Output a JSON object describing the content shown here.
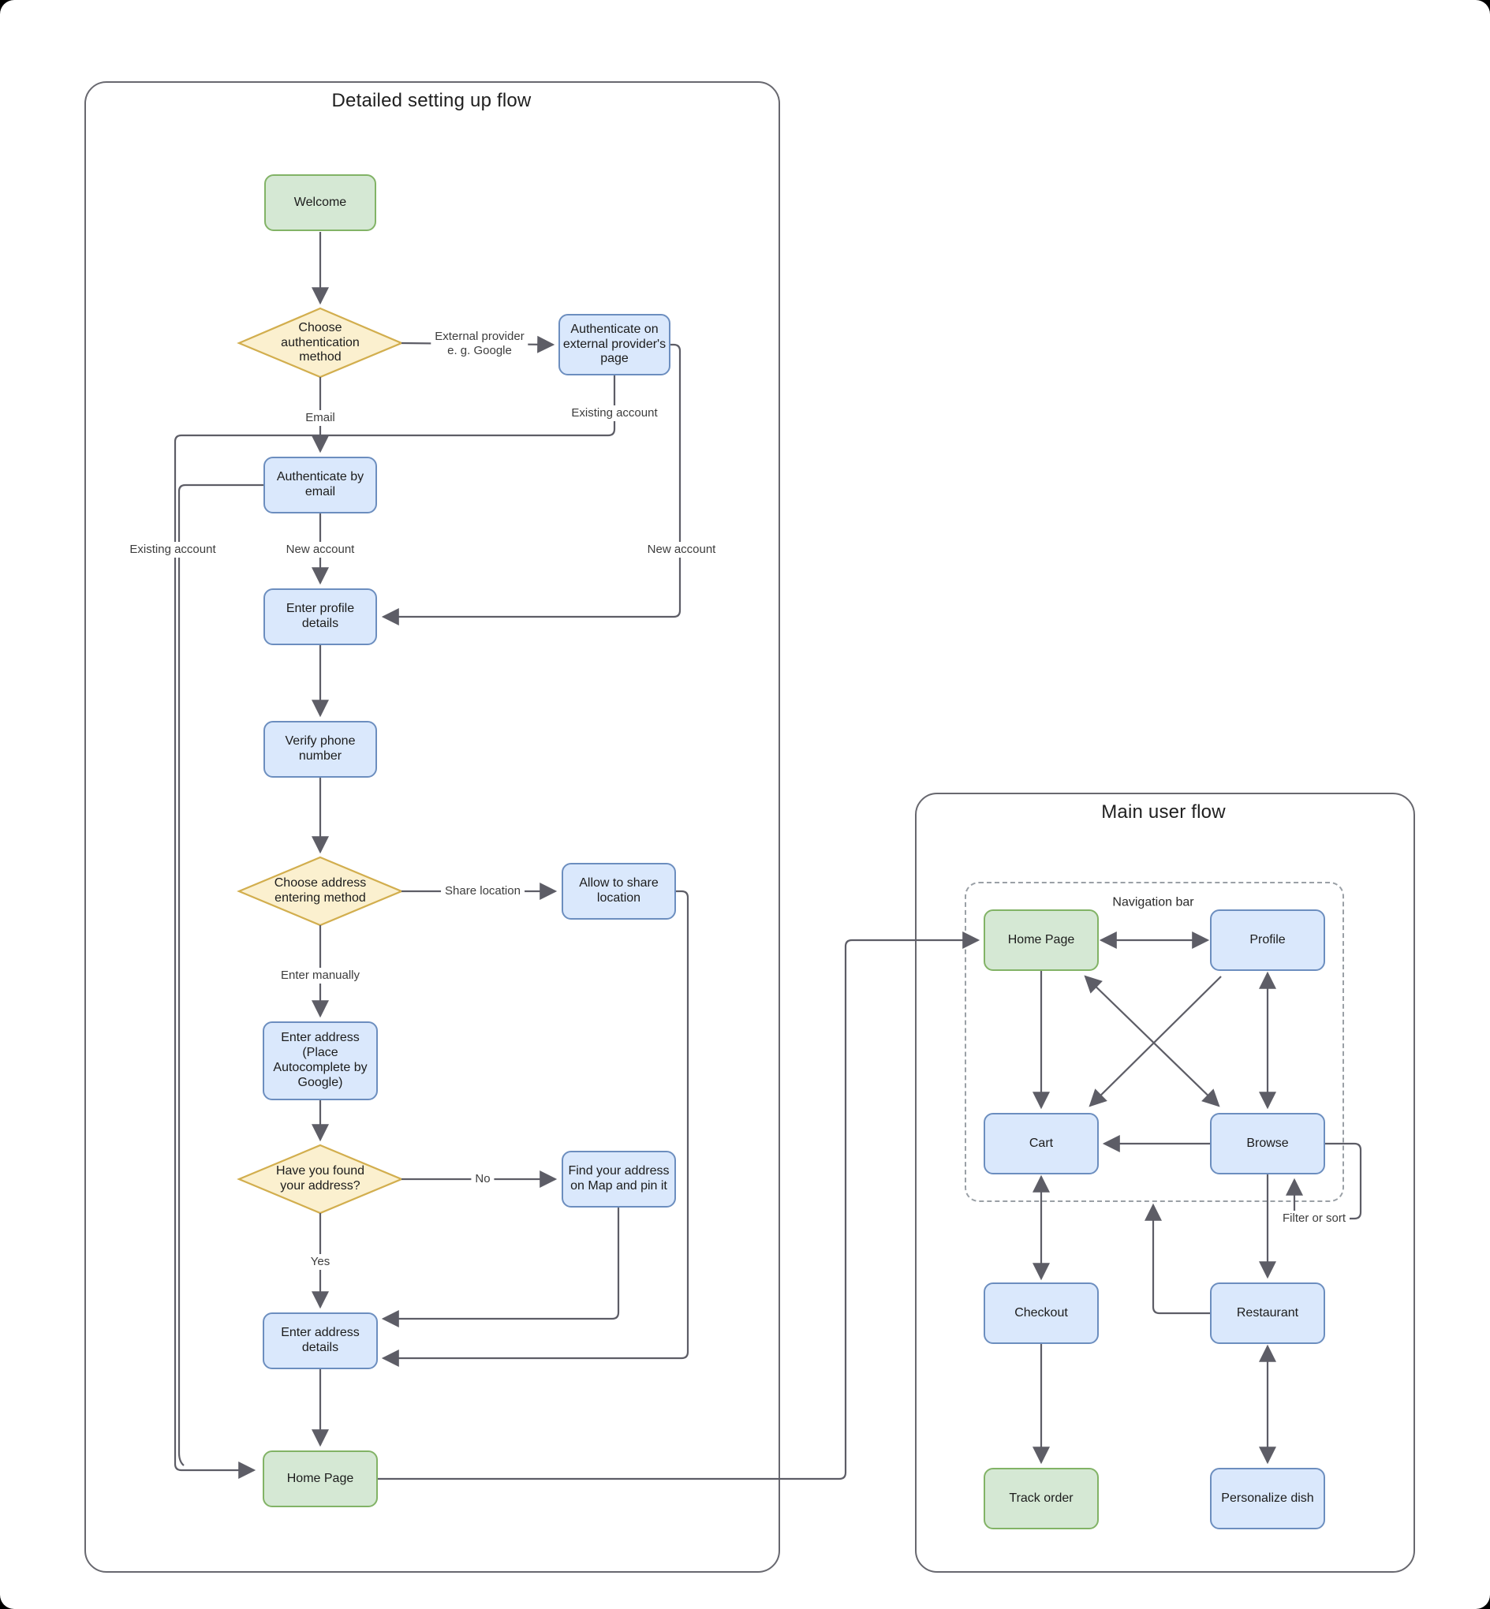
{
  "panels": {
    "setup": {
      "title": "Detailed setting up flow"
    },
    "main": {
      "title": "Main user flow"
    },
    "navbar": {
      "label": "Navigation bar"
    }
  },
  "nodes": {
    "welcome": {
      "label": "Welcome",
      "color": "green"
    },
    "choose_auth": {
      "label": "Choose\nauthentication\nmethod",
      "color": "yellow"
    },
    "ext_auth": {
      "label": "Authenticate on\nexternal provider's\npage",
      "color": "blue"
    },
    "email_auth": {
      "label": "Authenticate by\nemail",
      "color": "blue"
    },
    "profile_details": {
      "label": "Enter profile\ndetails",
      "color": "blue"
    },
    "verify_phone": {
      "label": "Verify phone\nnumber",
      "color": "blue"
    },
    "choose_addr": {
      "label": "Choose address\nentering method",
      "color": "yellow"
    },
    "allow_share": {
      "label": "Allow to share\nlocation",
      "color": "blue"
    },
    "enter_addr": {
      "label": "Enter address\n(Place\nAutocomplete by\nGoogle)",
      "color": "blue"
    },
    "found_addr": {
      "label": "Have you found\nyour address?",
      "color": "yellow"
    },
    "find_map": {
      "label": "Find your address\non Map and pin it",
      "color": "blue"
    },
    "addr_details": {
      "label": "Enter address\ndetails",
      "color": "blue"
    },
    "home_page": {
      "label": "Home Page",
      "color": "green"
    },
    "home_page2": {
      "label": "Home Page",
      "color": "green"
    },
    "profile2": {
      "label": "Profile",
      "color": "blue"
    },
    "cart": {
      "label": "Cart",
      "color": "blue"
    },
    "browse": {
      "label": "Browse",
      "color": "blue"
    },
    "checkout": {
      "label": "Checkout",
      "color": "blue"
    },
    "restaurant": {
      "label": "Restaurant",
      "color": "blue"
    },
    "track_order": {
      "label": "Track order",
      "color": "green"
    },
    "personalize": {
      "label": "Personalize dish",
      "color": "blue"
    }
  },
  "edge_labels": {
    "external_provider": "External provider\ne. g. Google",
    "email": "Email",
    "existing_account_left": "Existing account",
    "existing_account_right": "Existing account",
    "new_account_mid": "New account",
    "new_account_right": "New account",
    "share_location": "Share location",
    "enter_manually": "Enter manually",
    "no": "No",
    "yes": "Yes",
    "filter_or_sort": "Filter or sort"
  },
  "colors": {
    "node_green_fill": "#d5e8d4",
    "node_green_stroke": "#82b366",
    "node_blue_fill": "#dae8fc",
    "node_blue_stroke": "#6c8ebf",
    "diamond_fill": "#fbf0cf",
    "diamond_stroke": "#d2ae4e",
    "edge": "#5d5d66",
    "panel_border": "#68686f",
    "navbar_border": "#9aa0a6"
  }
}
